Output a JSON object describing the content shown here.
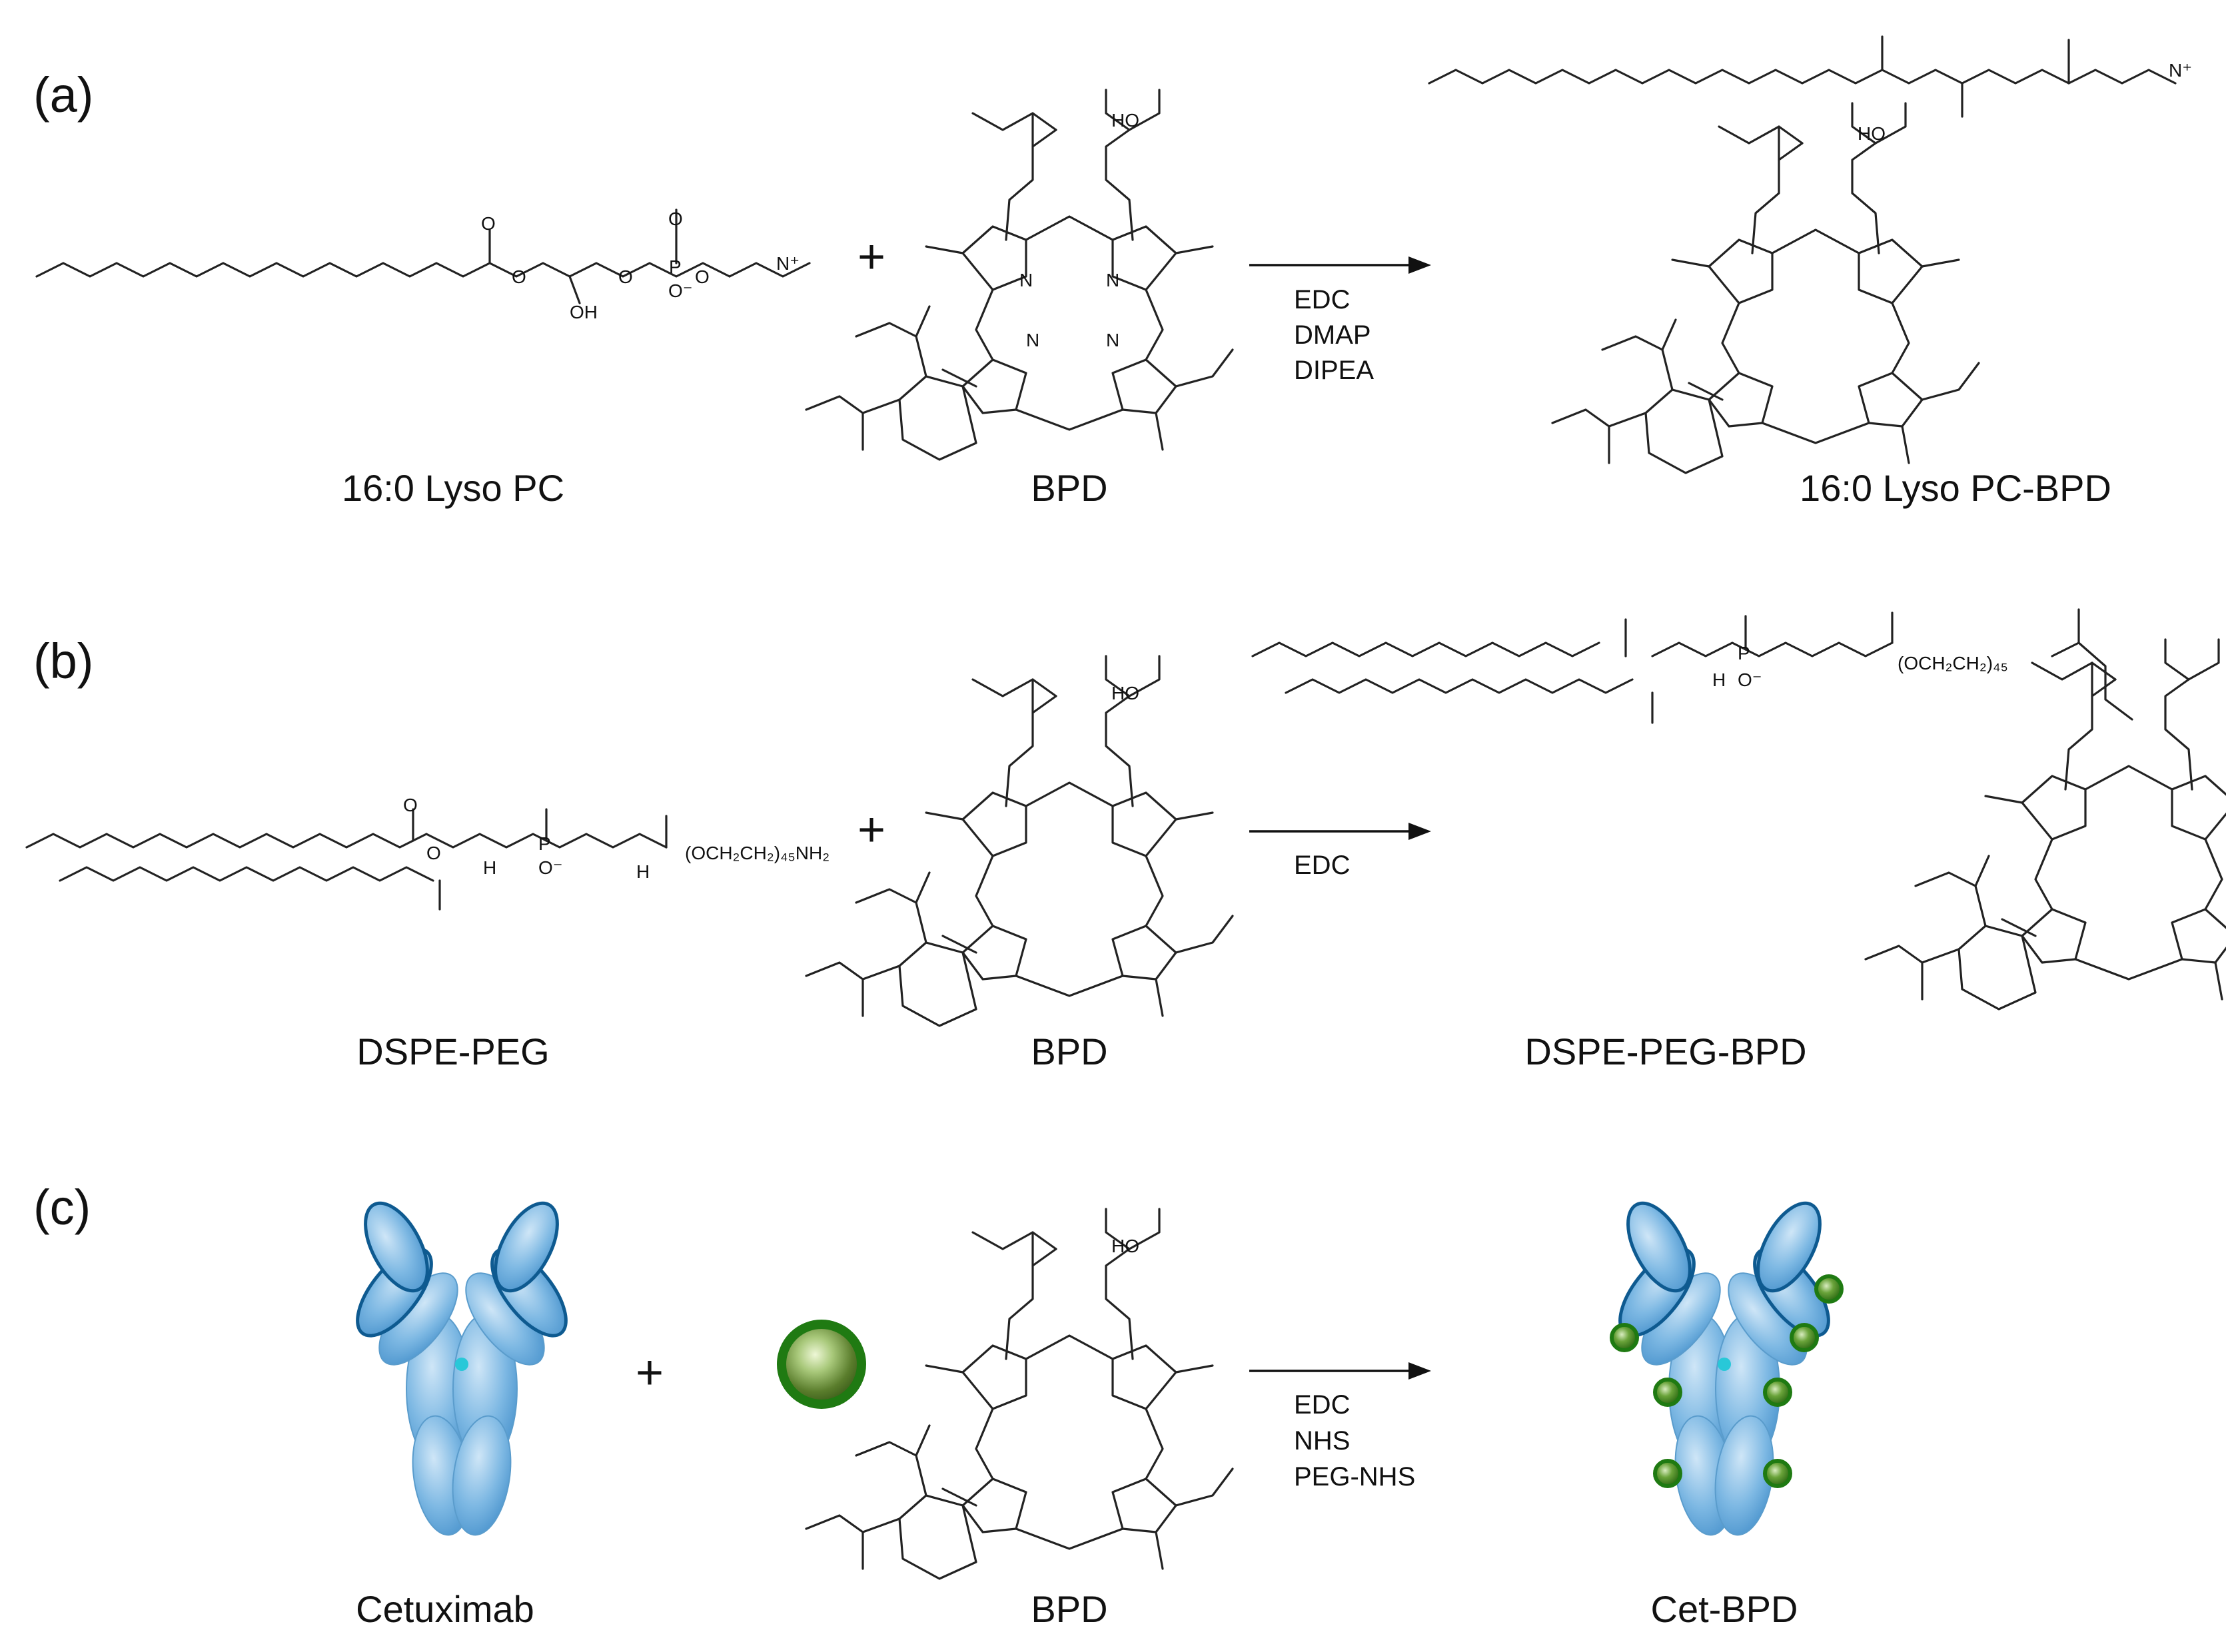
{
  "panels": [
    {
      "label": "(a)",
      "reactant1": "16:0 Lyso PC",
      "reactant2": "BPD",
      "reagents": [
        "EDC",
        "DMAP",
        "DIPEA"
      ],
      "product": "16:0 Lyso PC-BPD"
    },
    {
      "label": "(b)",
      "reactant1": "DSPE-PEG",
      "reactant2": "BPD",
      "reagents": [
        "EDC"
      ],
      "product": "DSPE-PEG-BPD"
    },
    {
      "label": "(c)",
      "reactant1": "Cetuximab",
      "reactant2": "BPD",
      "reagents": [
        "EDC",
        "NHS",
        "PEG-NHS"
      ],
      "product": "Cet-BPD"
    }
  ],
  "plus_sign": "+",
  "atoms": {
    "O": "O",
    "OH": "OH",
    "HO": "HO",
    "H": "H",
    "N": "N",
    "P": "P",
    "N_plus": "N⁺",
    "O_minus": "O⁻",
    "amine_chain": "(OCH₂CH₂)₄₅NH₂",
    "peg_chain": "(OCH₂CH₂)₄₅"
  },
  "colors": {
    "antibody_fill": "#6fb0de",
    "antibody_stroke": "#0e5a90",
    "linker": "#28c8d8",
    "bpd_sphere": "#2d8a1f",
    "bpd_highlight": "#e8f5c8"
  }
}
